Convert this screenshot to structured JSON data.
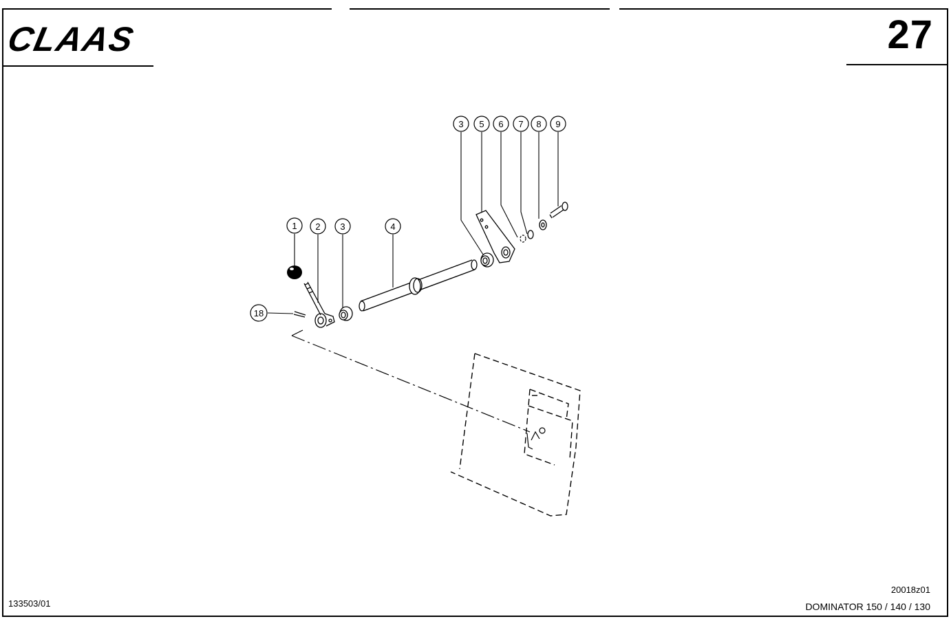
{
  "header": {
    "brand": "CLAAS",
    "page_number": "27"
  },
  "callouts": {
    "c1": "1",
    "c2": "2",
    "c3a": "3",
    "c4": "4",
    "c3b": "3",
    "c5": "5",
    "c6": "6",
    "c7": "7",
    "c8": "8",
    "c9": "9",
    "c18": "18"
  },
  "footer": {
    "doc_number": "133503/01",
    "figure_ref": "20018z01",
    "model": "DOMINATOR 150 / 140 / 130"
  }
}
